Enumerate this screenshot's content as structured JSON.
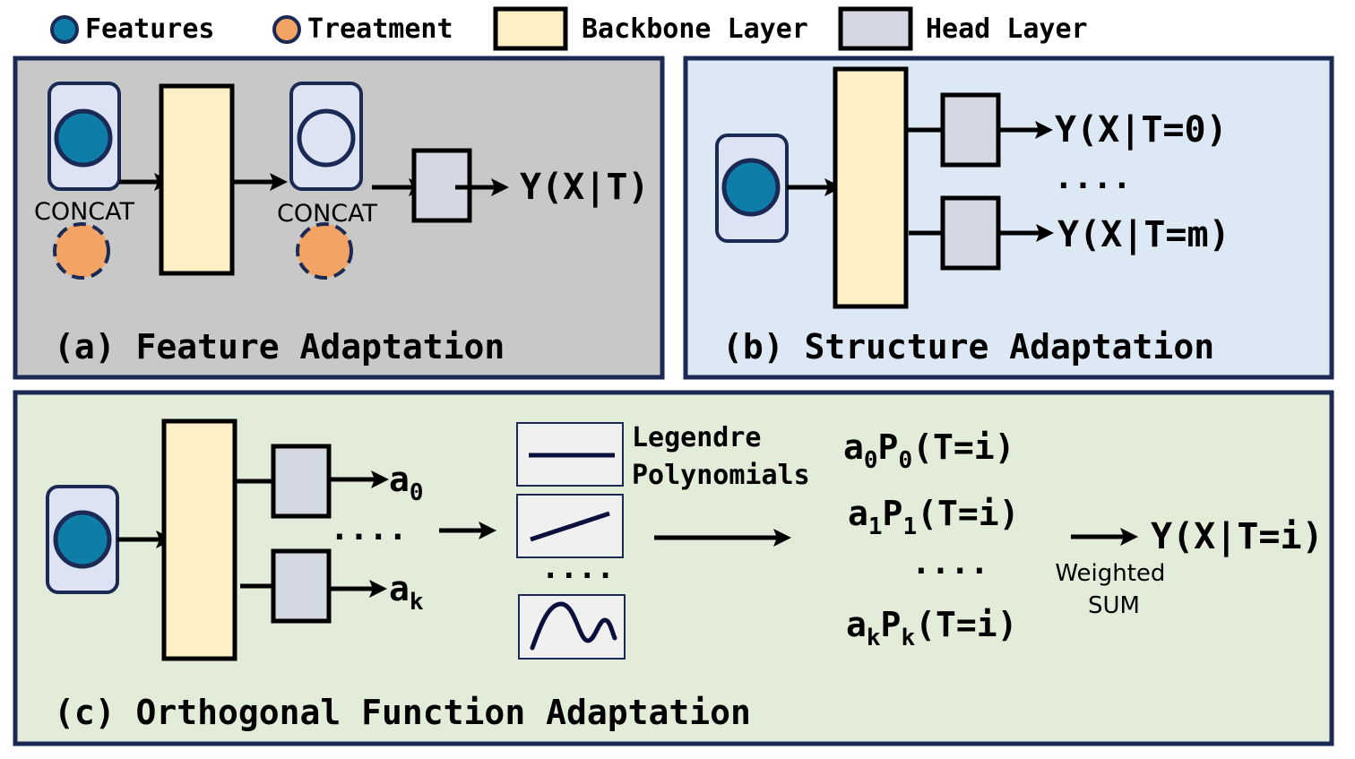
{
  "legend": {
    "features": "Features",
    "treatment": "Treatment",
    "backbone": "Backbone Layer",
    "head": "Head Layer"
  },
  "panel_a": {
    "title": "(a) Feature Adaptation",
    "concat_1": "CONCAT",
    "concat_2": "CONCAT",
    "output": "Y(X|T)"
  },
  "panel_b": {
    "title": "(b) Structure Adaptation",
    "output_top": "Y(X|T=0)",
    "dots": "....",
    "output_bottom": "Y(X|T=m)"
  },
  "panel_c": {
    "title": "(c) Orthogonal Function Adaptation",
    "coef_top": {
      "base": "a",
      "sub": "0"
    },
    "coef_bottom": {
      "base": "a",
      "sub": "k"
    },
    "dots_heads": "....",
    "dots_polys": "....",
    "legendre_line1": "Legendre",
    "legendre_line2": "Polynomials",
    "term_0": {
      "a": "a",
      "a_sub": "0",
      "p": "P",
      "p_sub": "0",
      "arg": "(T=i)"
    },
    "term_1": {
      "a": "a",
      "a_sub": "1",
      "p": "P",
      "p_sub": "1",
      "arg": "(T=i)"
    },
    "dots_terms": "....",
    "term_k": {
      "a": "a",
      "a_sub": "k",
      "p": "P",
      "p_sub": "k",
      "arg": "(T=i)"
    },
    "weighted": "Weighted",
    "sum": "SUM",
    "output": "Y(X|T=i)"
  },
  "colors": {
    "border": "#1b2a55",
    "feature": "#0e7ea8",
    "treatment": "#f3a465",
    "backbone": "#fdf0c6",
    "head": "#d4d8e2",
    "feature_box": "#dde3f3",
    "panel_a_bg": "#c8c8c8",
    "panel_b_bg": "#dde8f5",
    "panel_c_bg": "#e2ecd8"
  }
}
